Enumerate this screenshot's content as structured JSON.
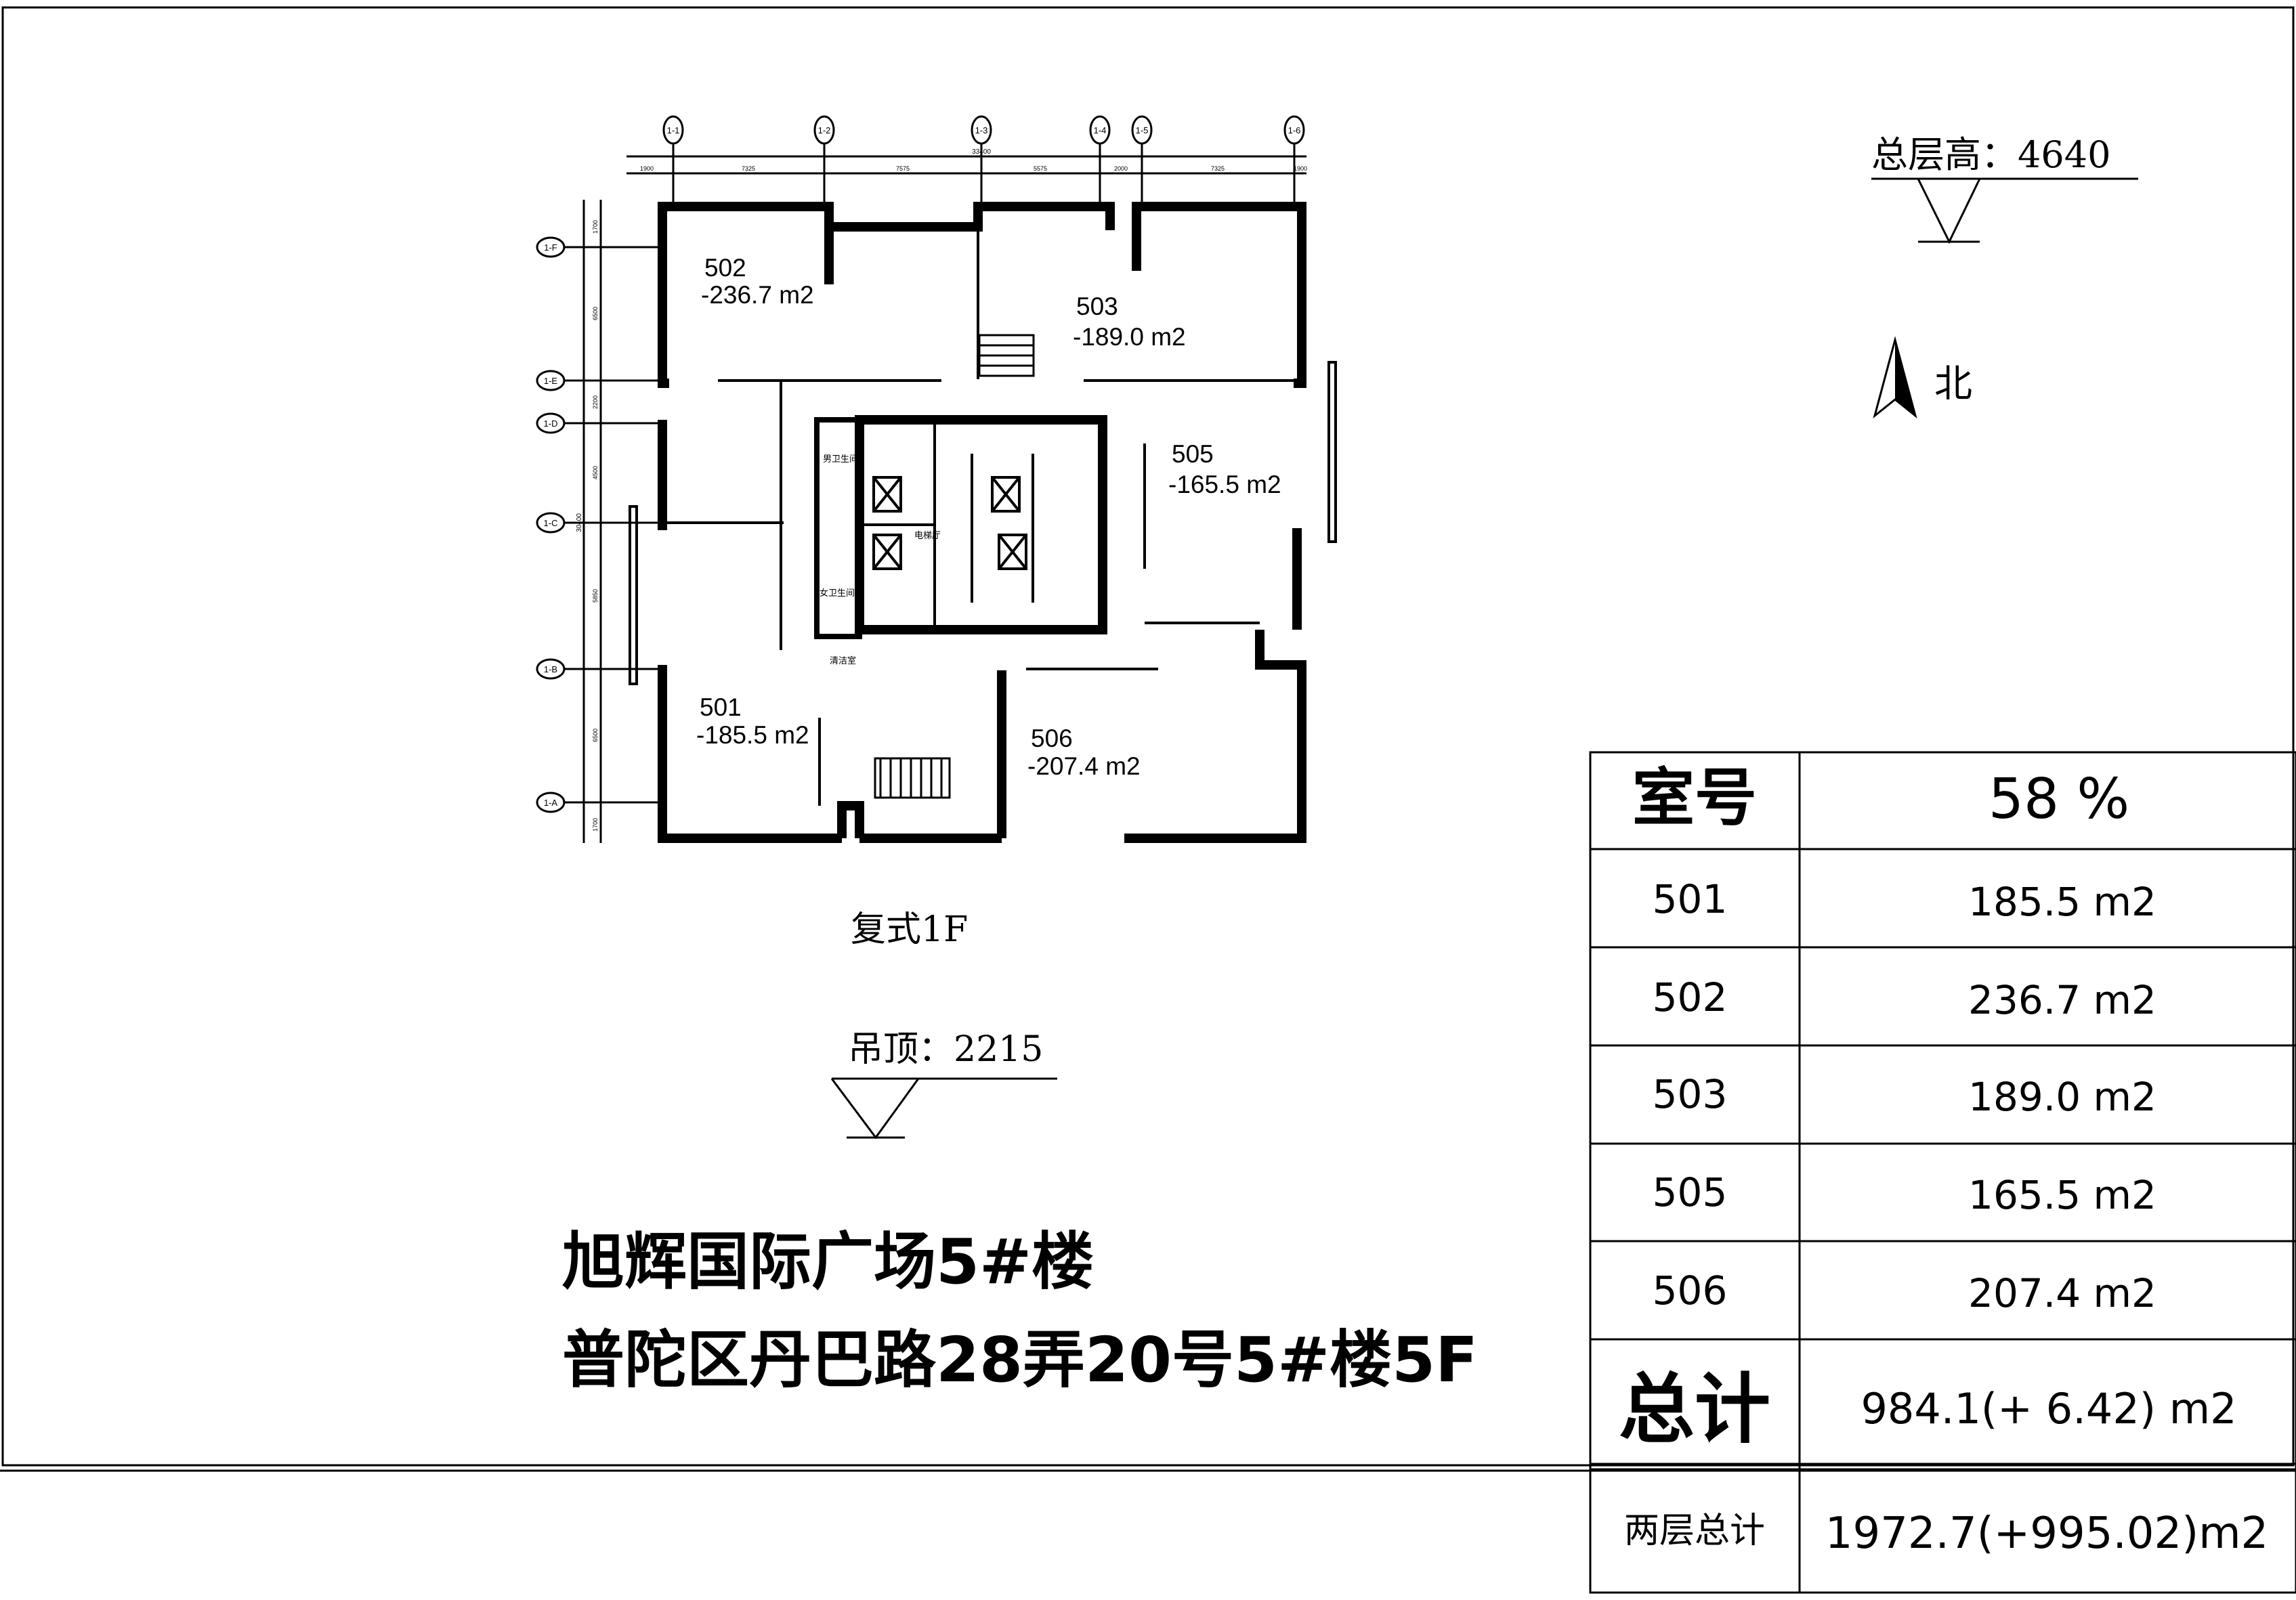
{
  "plan": {
    "grid_top": [
      "1-1",
      "1-2",
      "1-3",
      "1-4",
      "1-5",
      "1-6"
    ],
    "grid_left": [
      "1-F",
      "1-E",
      "1-D",
      "1-C",
      "1-B",
      "1-A"
    ],
    "dims_top": [
      "1900",
      "7325",
      "7575",
      "5575",
      "2000",
      "7325",
      "1900"
    ],
    "dims_top_total": "33400",
    "dims_left": [
      "1700",
      "6500",
      "2200",
      "4500",
      "5850",
      "6500",
      "1700"
    ],
    "dims_left_total": "30400",
    "units": [
      {
        "no": "502",
        "area": "-236.7 m2"
      },
      {
        "no": "503",
        "area": "-189.0 m2"
      },
      {
        "no": "505",
        "area": "-165.5 m2"
      },
      {
        "no": "501",
        "area": "-185.5 m2"
      },
      {
        "no": "506",
        "area": "-207.4 m2"
      }
    ],
    "rooms": {
      "men_wc": "男卫生间",
      "women_wc": "女卫生间",
      "lift_lobby": "电梯厅",
      "cleaning": "清洁室"
    },
    "floor_label": "复式1F",
    "ceiling_label": "吊顶：2215"
  },
  "floor_height_label": "总层高：4640",
  "north_label": "北",
  "title": {
    "line1": "旭辉国际广场5#楼",
    "line2": "普陀区丹巴路28弄20号5#楼5F"
  },
  "table": {
    "header": {
      "col1": "室号",
      "col2": "58 %"
    },
    "rows": [
      {
        "no": "501",
        "area": "185.5 m2"
      },
      {
        "no": "502",
        "area": "236.7 m2"
      },
      {
        "no": "503",
        "area": "189.0 m2"
      },
      {
        "no": "505",
        "area": "165.5 m2"
      },
      {
        "no": "506",
        "area": "207.4 m2"
      }
    ],
    "total": {
      "label": "总计",
      "value": "984.1(+ 6.42) m2"
    },
    "two_floor_total": {
      "label": "两层总计",
      "value": "1972.7(+995.02)m2"
    }
  }
}
